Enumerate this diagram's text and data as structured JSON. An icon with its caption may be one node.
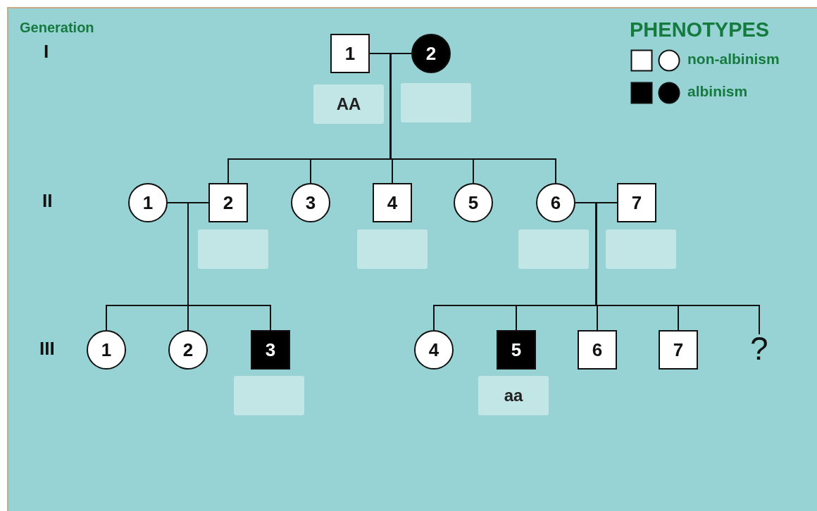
{
  "diagram": {
    "nodes": [
      {
        "text": [
          "1"
        ]
      },
      {
        "text": [
          "2"
        ]
      },
      {
        "text": [
          "AA"
        ]
      },
      {
        "text": [],
        "shape": "box"
      },
      {
        "text": [
          "1"
        ]
      },
      {
        "text": [
          "2"
        ]
      },
      {
        "text": [
          "3"
        ]
      },
      {
        "text": [
          "4"
        ]
      },
      {
        "text": [
          "5"
        ]
      },
      {
        "text": [
          "6"
        ]
      },
      {
        "text": [
          "7"
        ]
      },
      {
        "text": [],
        "shape": "box"
      },
      {
        "text": [],
        "shape": "box"
      },
      {
        "text": [],
        "shape": "box"
      },
      {
        "text": [],
        "shape": "box"
      },
      {
        "text": [
          "1"
        ]
      },
      {
        "text": [
          "2"
        ]
      },
      {
        "text": [
          "3"
        ]
      },
      {
        "text": [
          "4"
        ]
      },
      {
        "text": [
          "5"
        ]
      },
      {
        "text": [
          "6"
        ]
      },
      {
        "text": [
          "7"
        ]
      },
      {
        "text": [
          "?"
        ]
      },
      {
        "text": [],
        "shape": "box"
      },
      {
        "text": [
          "aa"
        ]
      }
    ],
    "edges": [
      {
        "from": 0,
        "to": 1,
        "arrow": "none"
      },
      {
        "from": 0,
        "to": 5,
        "arrow": "none"
      },
      {
        "from": 1,
        "to": 5,
        "arrow": "none"
      },
      {
        "from": 0,
        "to": 6,
        "arrow": "none"
      },
      {
        "from": 1,
        "to": 6,
        "arrow": "none"
      },
      {
        "from": 0,
        "to": 7,
        "arrow": "none"
      },
      {
        "from": 1,
        "to": 7,
        "arrow": "none"
      },
      {
        "from": 0,
        "to": 8,
        "arrow": "none"
      },
      {
        "from": 1,
        "to": 8,
        "arrow": "none"
      },
      {
        "from": 0,
        "to": 9,
        "arrow": "none"
      },
      {
        "from": 1,
        "to": 9,
        "arrow": "none"
      },
      {
        "from": 4,
        "to": 5,
        "arrow": "none"
      },
      {
        "from": 4,
        "to": 15,
        "arrow": "none"
      },
      {
        "from": 5,
        "to": 15,
        "arrow": "none"
      },
      {
        "from": 4,
        "to": 16,
        "arrow": "none"
      },
      {
        "from": 5,
        "to": 16,
        "arrow": "none"
      },
      {
        "from": 4,
        "to": 17,
        "arrow": "none"
      },
      {
        "from": 5,
        "to": 17,
        "arrow": "none"
      },
      {
        "from": 9,
        "to": 10,
        "arrow": "none"
      },
      {
        "from": 9,
        "to": 18,
        "arrow": "none"
      },
      {
        "from": 10,
        "to": 18,
        "arrow": "none"
      },
      {
        "from": 9,
        "to": 19,
        "arrow": "none"
      },
      {
        "from": 10,
        "to": 19,
        "arrow": "none"
      },
      {
        "from": 9,
        "to": 20,
        "arrow": "none"
      },
      {
        "from": 10,
        "to": 20,
        "arrow": "none"
      },
      {
        "from": 9,
        "to": 21,
        "arrow": "none"
      },
      {
        "from": 10,
        "to": 21,
        "arrow": "none"
      },
      {
        "from": 9,
        "to": 22,
        "arrow": "none"
      },
      {
        "from": 10,
        "to": 22,
        "arrow": "none"
      }
    ],
    "labels": [
      "Generation",
      "I",
      "PHENOTYPES",
      "II",
      "III"
    ],
    "legend": [
      {
        "text": "non-albinism",
        "color": "#ffffff"
      },
      {
        "text": "albinism",
        "color": "#000000"
      }
    ]
  }
}
